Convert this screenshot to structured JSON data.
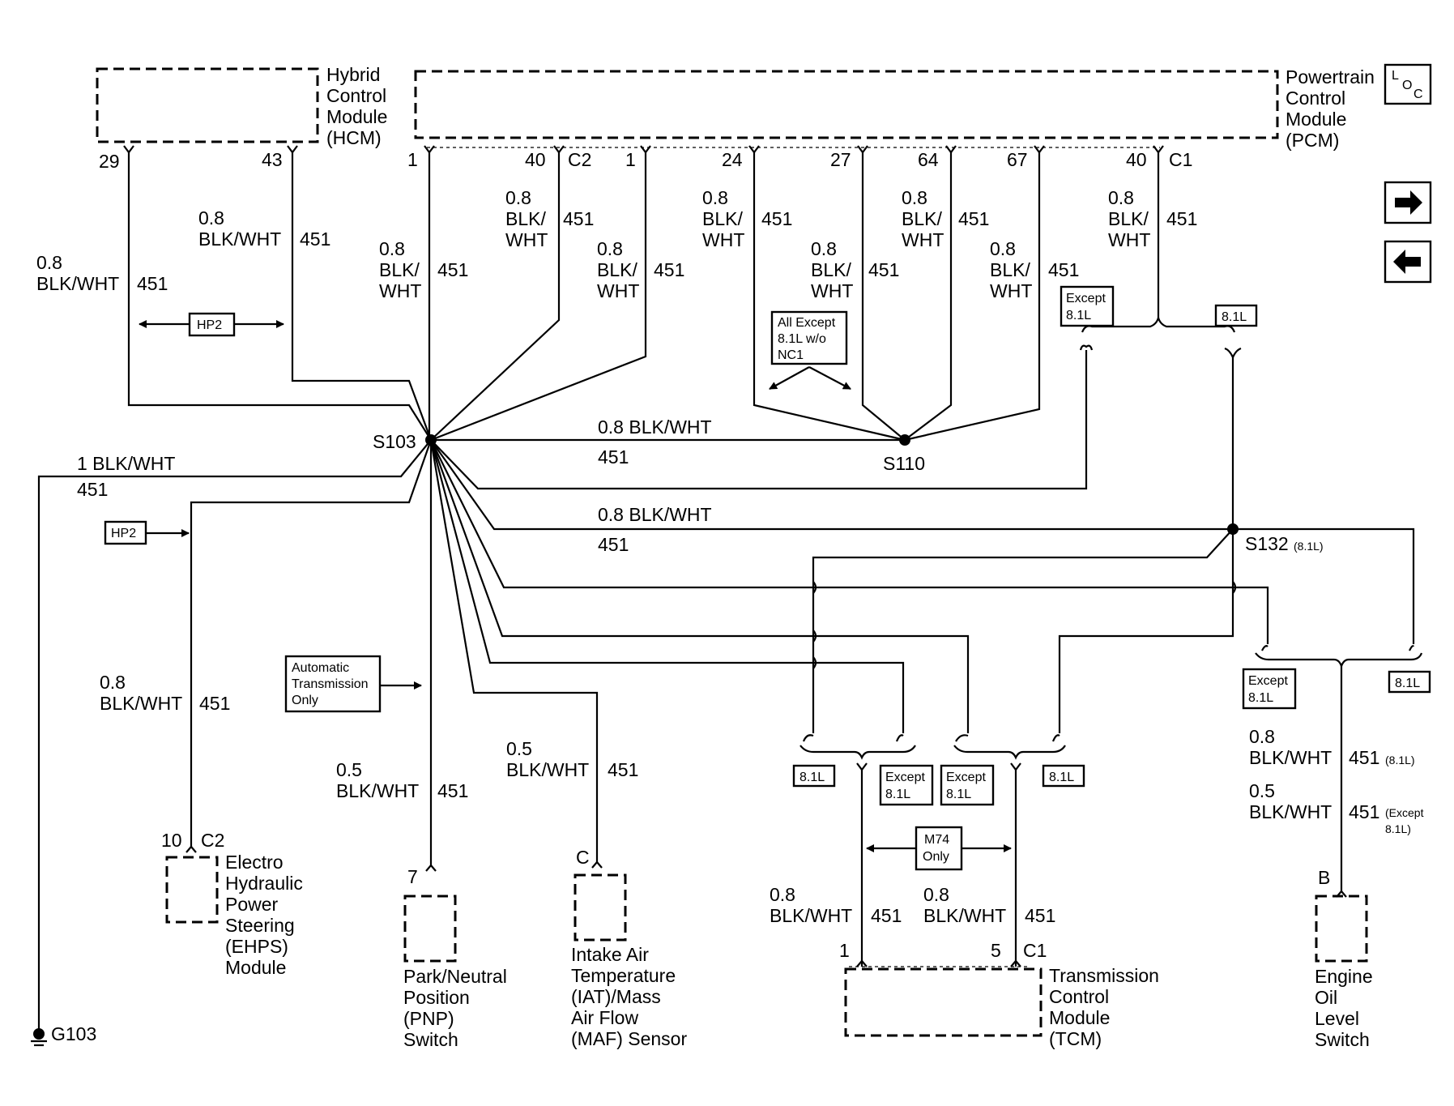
{
  "modules": {
    "hcm": [
      "Hybrid",
      "Control",
      "Module",
      "(HCM)"
    ],
    "pcm": [
      "Powertrain",
      "Control",
      "Module",
      "(PCM)"
    ],
    "ehps": [
      "Electro",
      "Hydraulic",
      "Power",
      "Steering",
      "(EHPS)",
      "Module"
    ],
    "pnp": [
      "Park/Neutral",
      "Position",
      "(PNP)",
      "Switch"
    ],
    "iat": [
      "Intake Air",
      "Temperature",
      "(IAT)/Mass",
      "Air Flow",
      "(MAF) Sensor"
    ],
    "tcm": [
      "Transmission",
      "Control",
      "Module",
      "(TCM)"
    ],
    "eol": [
      "Engine",
      "Oil",
      "Level",
      "Switch"
    ]
  },
  "loc_icon": {
    "l": "L",
    "o": "O",
    "c": "C"
  },
  "pins": {
    "hcm_29": "29",
    "hcm_43": "43",
    "pcm_1": "1",
    "pcm_40_c2": "40",
    "c2": "C2",
    "pcm_1b": "1",
    "pcm_24": "24",
    "pcm_27": "27",
    "pcm_64": "64",
    "pcm_67": "67",
    "pcm_40_c1": "40",
    "c1": "C1",
    "ehps_10": "10",
    "ehps_c2": "C2",
    "pnp_7": "7",
    "iat_c": "C",
    "tcm_1": "1",
    "tcm_5": "5",
    "tcm_c1": "C1",
    "eol_b": "B"
  },
  "wires": {
    "size08": "0.8",
    "size05": "0.5",
    "size1_blkwht": "1 BLK/WHT",
    "size08_blkwht": "0.8 BLK/WHT",
    "color_full": "BLK/WHT",
    "color_part1": "BLK/",
    "color_part2": "WHT",
    "circuit": "451",
    "circuit_81": "451",
    "note_81": "(8.1L)",
    "note_except_a": "(Except",
    "note_except_b": "8.1L)"
  },
  "splices": {
    "s103": "S103",
    "s110": "S110",
    "s132": "S132",
    "s132_note": "(8.1L)"
  },
  "ground": "G103",
  "option_boxes": {
    "hp2": "HP2",
    "all_except": [
      "All Except",
      "8.1L w/o",
      "NC1"
    ],
    "except_81": [
      "Except",
      "8.1L"
    ],
    "only_81": "8.1L",
    "auto_trans": [
      "Automatic",
      "Transmission",
      "Only"
    ],
    "m74": [
      "M74",
      "Only"
    ]
  },
  "nav": {
    "forward_icon": "arrow-right-icon",
    "back_icon": "arrow-left-icon"
  }
}
